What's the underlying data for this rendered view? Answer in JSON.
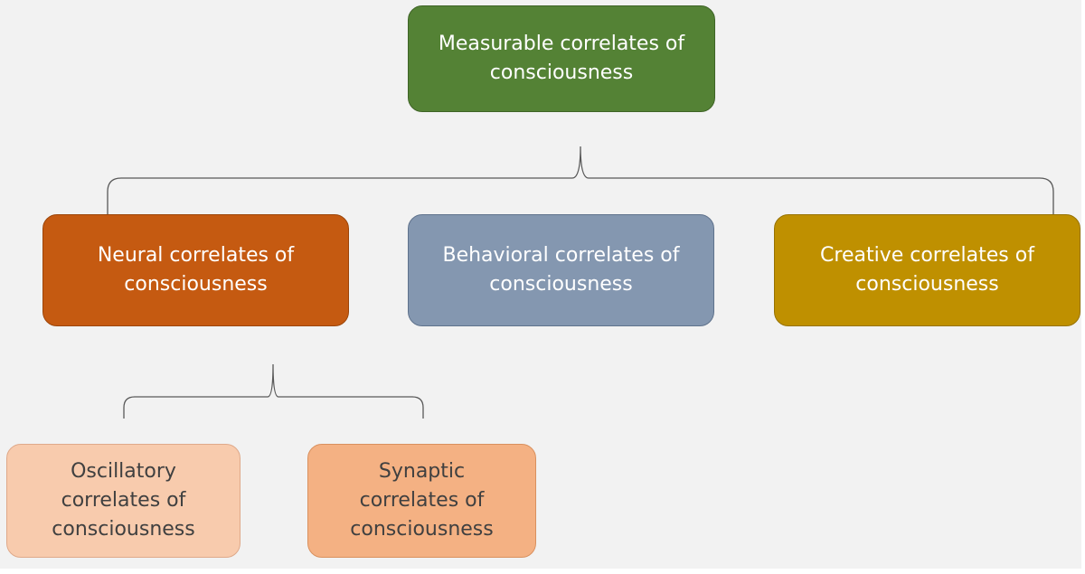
{
  "diagram": {
    "root": {
      "label": "Measurable correlates of consciousness"
    },
    "level1": [
      {
        "label": "Neural correlates of consciousness"
      },
      {
        "label": "Behavioral correlates of consciousness"
      },
      {
        "label": "Creative correlates of consciousness"
      }
    ],
    "level2": [
      {
        "label": "Oscillatory correlates of consciousness"
      },
      {
        "label": "Synaptic correlates of consciousness"
      }
    ]
  },
  "colors": {
    "root": "#548235",
    "neural": "#c55a11",
    "behavioral": "#8497b0",
    "creative": "#bf9000",
    "oscillatory": "#f8cbad",
    "synaptic": "#f4b183",
    "connector": "#595959"
  }
}
